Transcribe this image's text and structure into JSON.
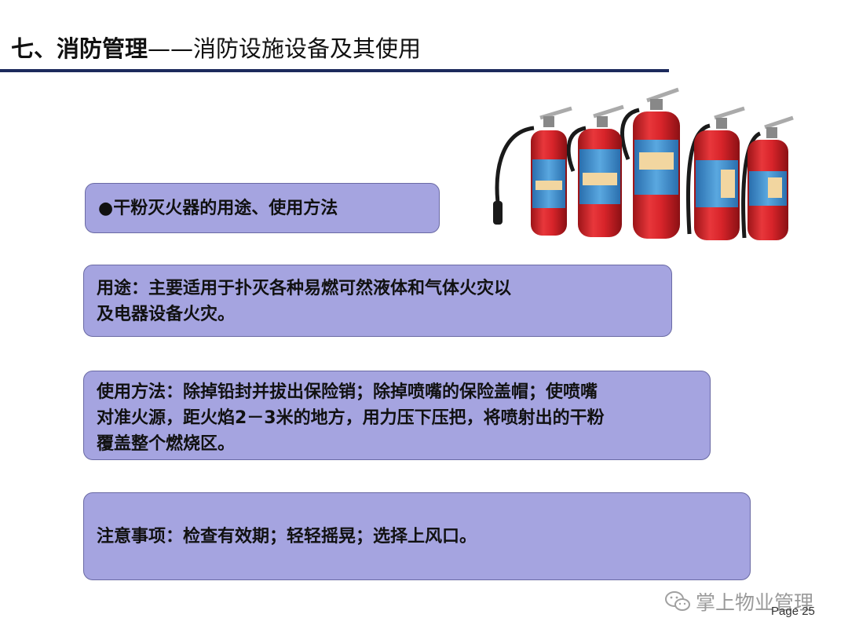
{
  "header": {
    "title_bold": "七、消防管理",
    "title_rest": "——消防设施设备及其使用"
  },
  "boxes": {
    "heading": "●干粉灭火器的用途、使用方法",
    "usage": [
      "用途：主要适用于扑灭各种易燃可然液体和气体火灾以",
      "及电器设备火灾。"
    ],
    "method": [
      "使用方法：除掉铅封并拔出保险销；除掉喷嘴的保险盖帽；使喷嘴",
      "对准火源，距火焰2－3米的地方，用力压下压把，将喷射出的干粉",
      "覆盖整个燃烧区。"
    ],
    "notes": "注意事项：检查有效期；轻轻摇晃；选择上风口。"
  },
  "watermark": {
    "text": "掌上物业管理",
    "icon": "wechat-icon"
  },
  "footer": {
    "page": "Page 25"
  },
  "colors": {
    "box_fill": "#a5a4e0",
    "rule": "#1c2a5c",
    "extinguisher_red": "#d8242a",
    "label_blue": "#3f8fd0"
  }
}
